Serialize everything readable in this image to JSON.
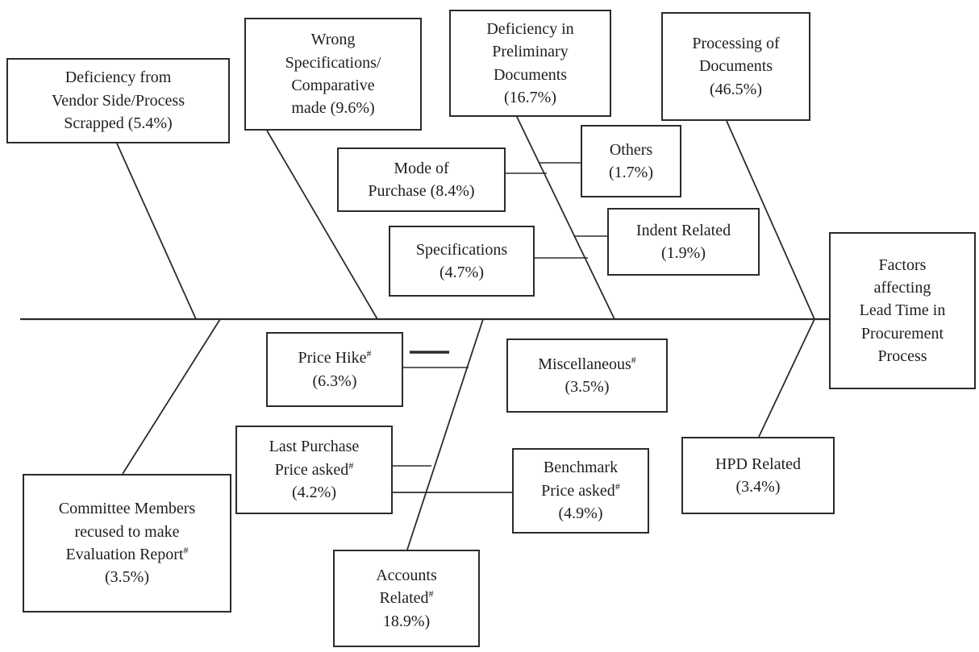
{
  "colors": {
    "ink": "#2b2b2b",
    "background": "#ffffff"
  },
  "diagram": {
    "type": "fishbone-cause-effect",
    "effect_label": "Factors affecting Lead Time in Procurement Process"
  },
  "boxes": {
    "vendor": {
      "lines": [
        "Deficiency from",
        "Vendor Side/Process",
        "Scrapped (5.4%)"
      ]
    },
    "wrong_specs": {
      "lines": [
        "Wrong",
        "Specifications/",
        "Comparative",
        "made (9.6%)"
      ]
    },
    "prelim_docs": {
      "lines": [
        "Deficiency in",
        "Preliminary",
        "Documents",
        "(16.7%)"
      ]
    },
    "processing": {
      "lines": [
        "Processing of",
        "Documents",
        "(46.5%)"
      ]
    },
    "mode": {
      "lines": [
        "Mode of",
        "Purchase (8.4%)"
      ]
    },
    "others": {
      "lines": [
        "Others",
        "(1.7%)"
      ]
    },
    "indent": {
      "lines": [
        "Indent Related",
        "(1.9%)"
      ]
    },
    "specs": {
      "lines": [
        "Specifications",
        "(4.7%)"
      ]
    },
    "factors": {
      "lines": [
        "Factors",
        "affecting",
        "Lead Time in",
        "Procurement",
        "Process"
      ]
    },
    "price_hike": {
      "lines": [
        "Price Hike",
        "(6.3%)"
      ],
      "sup": "#"
    },
    "misc": {
      "lines": [
        "Miscellaneous",
        "(3.5%)"
      ],
      "sup": "#"
    },
    "last_purchase": {
      "lines": [
        "Last Purchase",
        "Price asked",
        "(4.2%)"
      ],
      "sup": "#"
    },
    "benchmark": {
      "lines": [
        "Benchmark",
        "Price asked",
        "(4.9%)"
      ],
      "sup": "#"
    },
    "hpd": {
      "lines": [
        "HPD Related",
        "(3.4%)"
      ]
    },
    "committee": {
      "lines": [
        "Committee Members",
        "recused to make",
        "Evaluation Report",
        "(3.5%)"
      ],
      "sup": "#"
    },
    "accounts": {
      "lines": [
        "Accounts",
        "Related",
        "18.9%)"
      ],
      "sup": "#"
    }
  }
}
